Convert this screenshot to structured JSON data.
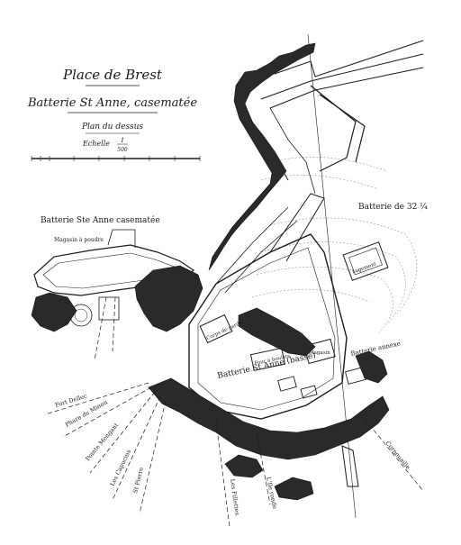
{
  "title": {
    "place": "Place de Brest",
    "battery": "Batterie St Anne, casematée",
    "plan": "Plan du dessus",
    "scale_label": "Echelle",
    "scale_num": "1",
    "scale_den": "500"
  },
  "labels": {
    "batterie_casematee": "Batterie Ste Anne casematée",
    "batterie_haute": "Batterie de 32 ¼",
    "batterie_st_anne_basse": "Batterie St Anne (basse)",
    "batterie_annexe": "Batterie annexe",
    "magasin_poudre": "Magasin à poudre",
    "magasin": "Magasin",
    "corps_garde": "Corps de garde",
    "four_boulets": "Four à boulets",
    "logement": "Logement"
  },
  "directions": [
    {
      "key": "fort_dellec",
      "label": "Fort Dellec"
    },
    {
      "key": "phare_mengant",
      "label": "Phare du Minou"
    },
    {
      "key": "pointe_mengant",
      "label": "Pointe Mengant"
    },
    {
      "key": "capucins",
      "label": "Les Capucins"
    },
    {
      "key": "st_pierre",
      "label": "St Pierre"
    },
    {
      "key": "camaret",
      "label": "Les Fillettes"
    },
    {
      "key": "ile_ronde",
      "label": "L'Ile ronde"
    },
    {
      "key": "cornouaille",
      "label": "Cornouaille"
    }
  ]
}
